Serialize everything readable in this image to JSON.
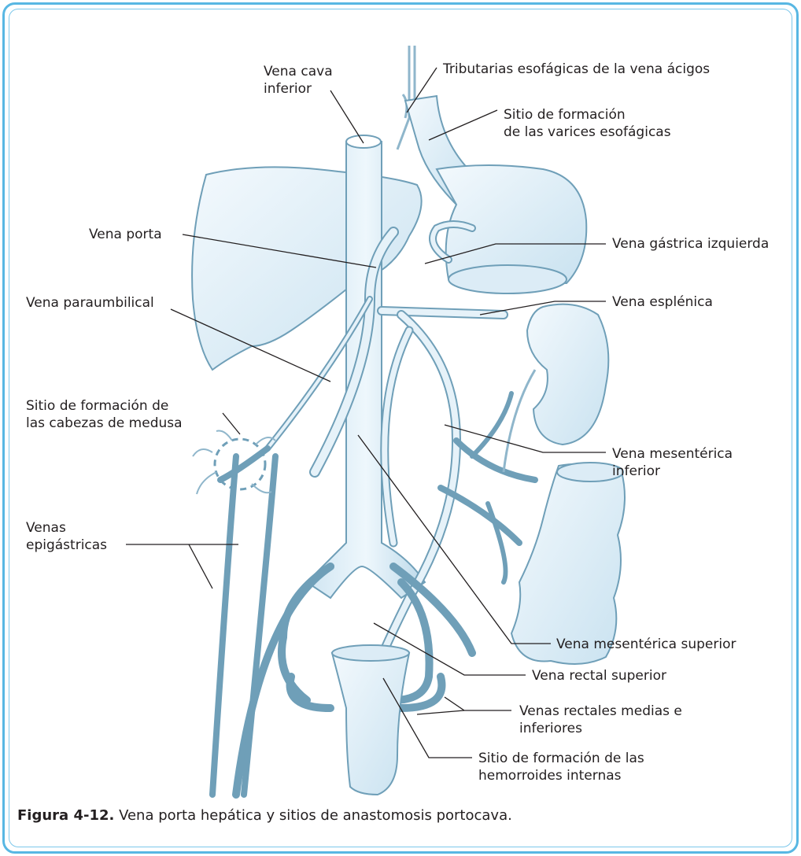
{
  "labels": {
    "vena_cava_1": "Vena cava",
    "vena_cava_2": "inferior",
    "tributarias": "Tributarias esofágicas de la vena ácigos",
    "sitio_varices_1": "Sitio de formación",
    "sitio_varices_2": "de las varices esofágicas",
    "vena_porta": "Vena porta",
    "vena_gastrica": "Vena gástrica izquierda",
    "vena_paraumbilical": "Vena paraumbilical",
    "vena_esplenica": "Vena esplénica",
    "medusa_1": "Sitio de formación de",
    "medusa_2": "las cabezas de medusa",
    "mesenterica_inf_1": "Vena mesentérica",
    "mesenterica_inf_2": "inferior",
    "epigastricas_1": "Venas",
    "epigastricas_2": "epigástricas",
    "mesenterica_sup": "Vena mesentérica superior",
    "rectal_sup": "Vena rectal superior",
    "rectales_mi_1": "Venas rectales medias e",
    "rectales_mi_2": "inferiores",
    "hemorroides_1": "Sitio de formación de las",
    "hemorroides_2": "hemorroides internas"
  },
  "caption": {
    "number": "Figura 4-12.",
    "text": " Vena porta hepática y sitios de anastomosis portocava."
  },
  "colors": {
    "border": "#58b7e3",
    "vein_fill": "#e3f1f9",
    "vein_stroke": "#6f9fb8",
    "leader": "#231f20"
  }
}
